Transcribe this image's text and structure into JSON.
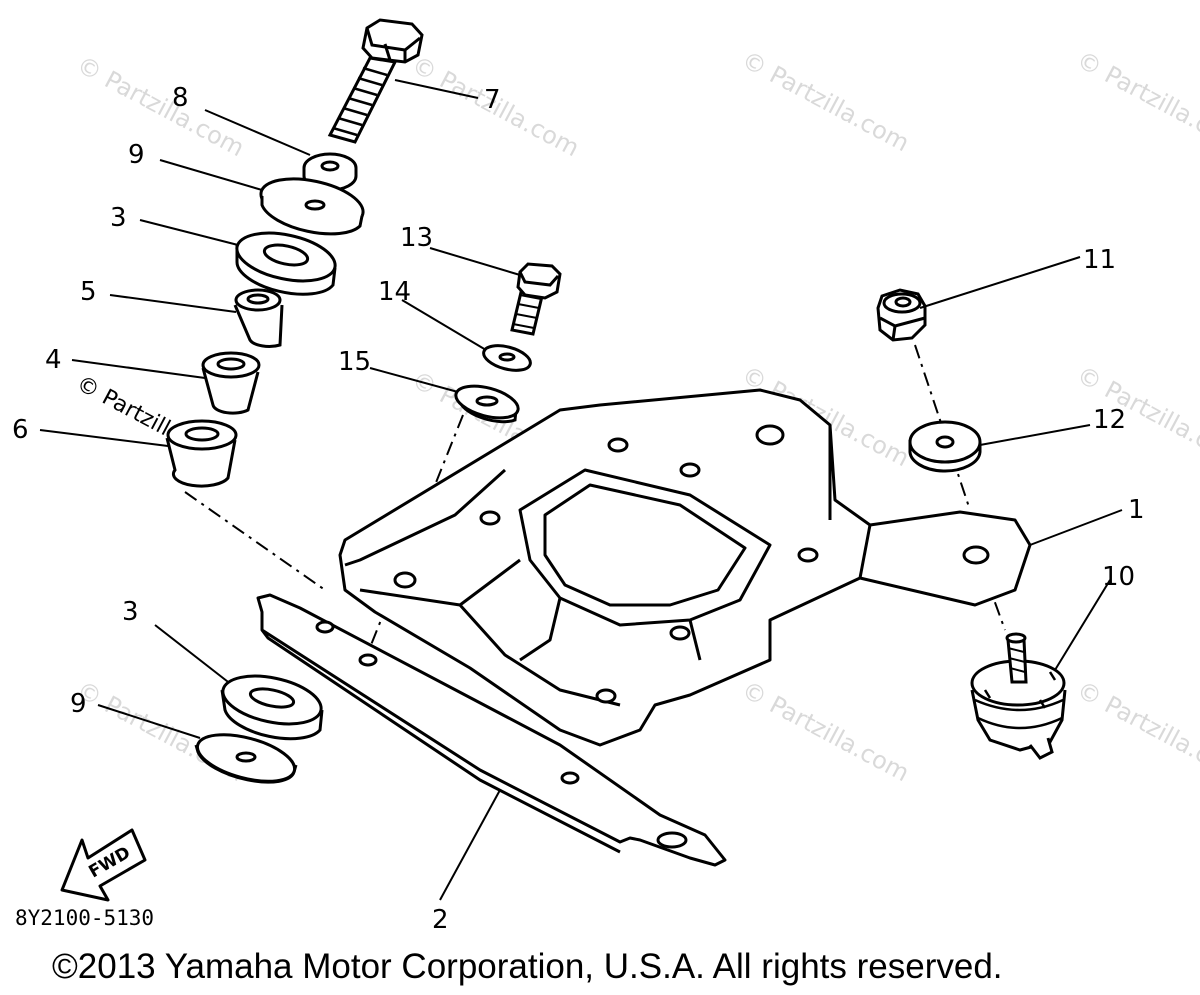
{
  "diagram": {
    "callouts": {
      "c1": "1",
      "c2": "2",
      "c3a": "3",
      "c3b": "3",
      "c4": "4",
      "c5": "5",
      "c6": "6",
      "c7": "7",
      "c8": "8",
      "c9a": "9",
      "c9b": "9",
      "c10": "10",
      "c11": "11",
      "c12": "12",
      "c13": "13",
      "c14": "14",
      "c15": "15"
    },
    "diagram_code": "8Y2100-5130",
    "fwd_label": "FWD",
    "watermark": "© Partzilla.com",
    "copyright": "©2013 Yamaha Motor Corporation, U.S.A. All rights reserved."
  }
}
